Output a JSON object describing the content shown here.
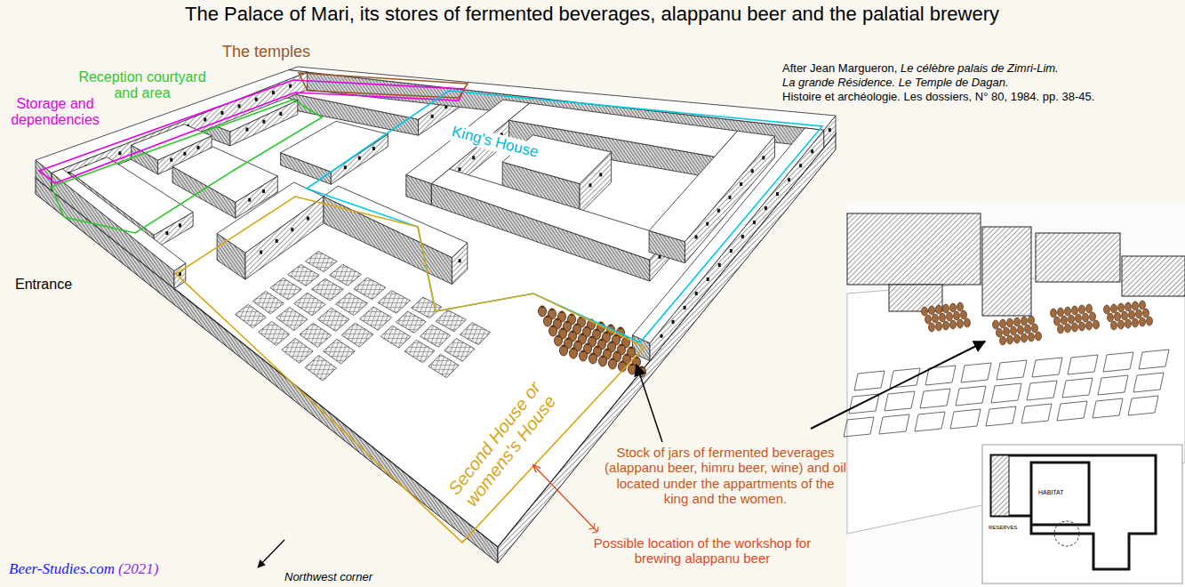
{
  "diagram": {
    "title": "The Palace of Mari, its stores of fermented beverages, alappanu beer and the palatial brewery",
    "labels": [
      "The temples",
      "Reception courtyard and area",
      "Storage and dependencies",
      "King's House",
      "Entrance",
      "Second House or womens's House",
      "Stock of jars of fermented beverages (alappanu beer, himru beer, wine) and oil located under the appartments of the king and the women.",
      "Possible location of the workshop for brewing alappanu beer",
      "After Jean Margueron,",
      "Le célèbre palais de Zimri-Lim.",
      "La grande Résidence. Le Temple de Dagan.",
      "Histoire et archéologie. Les dossiers, N° 80, 1984. pp. 38-45.",
      "Beer-Studies.com",
      "(2021)",
      "Northwest corner",
      "HABITAT",
      "RESERVES"
    ]
  }
}
